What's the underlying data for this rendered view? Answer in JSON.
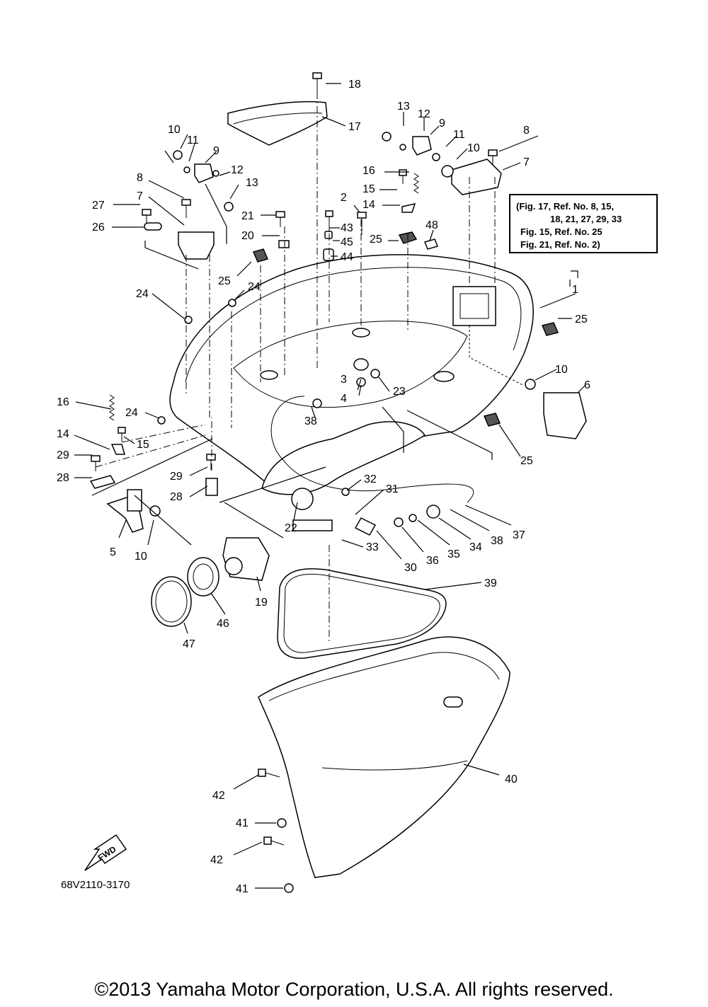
{
  "note_box": {
    "lines": [
      "(Fig. 17, Ref. No. 8, 15,",
      "18, 21, 27, 29, 33",
      "Fig. 15, Ref. No. 25",
      "Fig. 21, Ref. No. 2)"
    ]
  },
  "fwd_label": "FWD",
  "diagram_code": "68V2110-3170",
  "copyright": "©2013 Yamaha Motor Corporation, U.S.A. All rights reserved.",
  "callouts": [
    {
      "label": "18"
    },
    {
      "label": "17"
    },
    {
      "label": "13"
    },
    {
      "label": "12"
    },
    {
      "label": "9"
    },
    {
      "label": "11"
    },
    {
      "label": "10"
    },
    {
      "label": "8"
    },
    {
      "label": "7"
    },
    {
      "label": "16"
    },
    {
      "label": "15"
    },
    {
      "label": "14"
    },
    {
      "label": "2"
    },
    {
      "label": "43"
    },
    {
      "label": "45"
    },
    {
      "label": "44"
    },
    {
      "label": "48"
    },
    {
      "label": "25"
    },
    {
      "label": "1"
    },
    {
      "label": "25"
    },
    {
      "label": "10"
    },
    {
      "label": "6"
    },
    {
      "label": "3"
    },
    {
      "label": "4"
    },
    {
      "label": "23"
    },
    {
      "label": "25"
    },
    {
      "label": "10"
    },
    {
      "label": "11"
    },
    {
      "label": "9"
    },
    {
      "label": "12"
    },
    {
      "label": "13"
    },
    {
      "label": "8"
    },
    {
      "label": "7"
    },
    {
      "label": "27"
    },
    {
      "label": "26"
    },
    {
      "label": "21"
    },
    {
      "label": "20"
    },
    {
      "label": "25"
    },
    {
      "label": "24"
    },
    {
      "label": "24"
    },
    {
      "label": "16"
    },
    {
      "label": "24"
    },
    {
      "label": "14"
    },
    {
      "label": "15"
    },
    {
      "label": "29"
    },
    {
      "label": "28"
    },
    {
      "label": "29"
    },
    {
      "label": "28"
    },
    {
      "label": "38"
    },
    {
      "label": "5"
    },
    {
      "label": "10"
    },
    {
      "label": "32"
    },
    {
      "label": "31"
    },
    {
      "label": "22"
    },
    {
      "label": "33"
    },
    {
      "label": "30"
    },
    {
      "label": "36"
    },
    {
      "label": "35"
    },
    {
      "label": "34"
    },
    {
      "label": "38"
    },
    {
      "label": "37"
    },
    {
      "label": "19"
    },
    {
      "label": "46"
    },
    {
      "label": "47"
    },
    {
      "label": "39"
    },
    {
      "label": "40"
    },
    {
      "label": "42"
    },
    {
      "label": "41"
    },
    {
      "label": "42"
    },
    {
      "label": "41"
    }
  ]
}
